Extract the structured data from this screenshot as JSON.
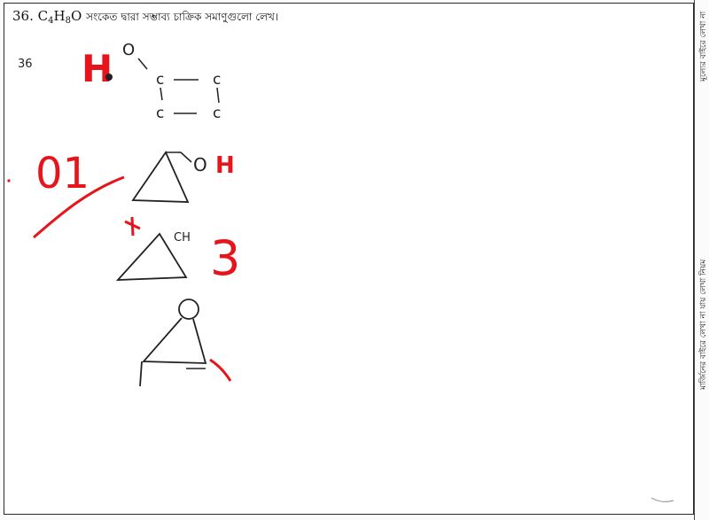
{
  "question": {
    "number": "36.",
    "formula_c": "C",
    "formula_c_sub": "4",
    "formula_h": "H",
    "formula_h_sub": "8",
    "formula_o": "O",
    "text": "সংকেত দ্বারা সম্ভাব্য চাক্রিক সমাণুগুলো লেখ।"
  },
  "margin": {
    "top_text": "মূল্যের বাইরে লেখা না",
    "bottom_text": "মার্জিনের বাইরে লেখা না যায় লেখা নিয়ম"
  },
  "handwriting": {
    "answer_num": "36",
    "red_h": "H",
    "o_top": "O",
    "c1": "c",
    "c2": "c",
    "c3": "c",
    "c4": "c",
    "red_01": "01",
    "oh_o": "O",
    "oh_h": "H",
    "ch_mark": "CH",
    "red_3": "3",
    "colors": {
      "ink_black": "#222222",
      "ink_red": "#e8141c"
    }
  }
}
